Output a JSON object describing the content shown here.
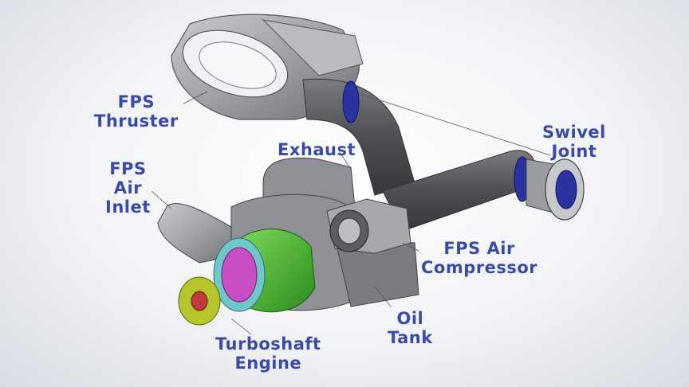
{
  "labels": {
    "fps_thruster": [
      "FPS",
      "Thruster"
    ],
    "swivel_joint": [
      "Swivel",
      "Joint"
    ],
    "exhaust": [
      "Exhaust"
    ],
    "fps_air_inlet": [
      "FPS",
      "Air",
      "Inlet"
    ],
    "fps_air_compressor": [
      "FPS Air",
      "Compressor"
    ],
    "oil_tank": [
      "Oil",
      "Tank"
    ],
    "turboshaft_engine": [
      "Turboshaft",
      "Engine"
    ]
  },
  "colors": {
    "label_text": "#3a4aa8",
    "housing_gray": "#a9abb0",
    "pipe_dark": "#5a5c60",
    "flange_blue": "#2a33a0",
    "engine_green": "#3fae2a",
    "engine_cyan": "#6fc7c9",
    "engine_magenta": "#c94ec4",
    "engine_yellow_green": "#b6c62a"
  }
}
